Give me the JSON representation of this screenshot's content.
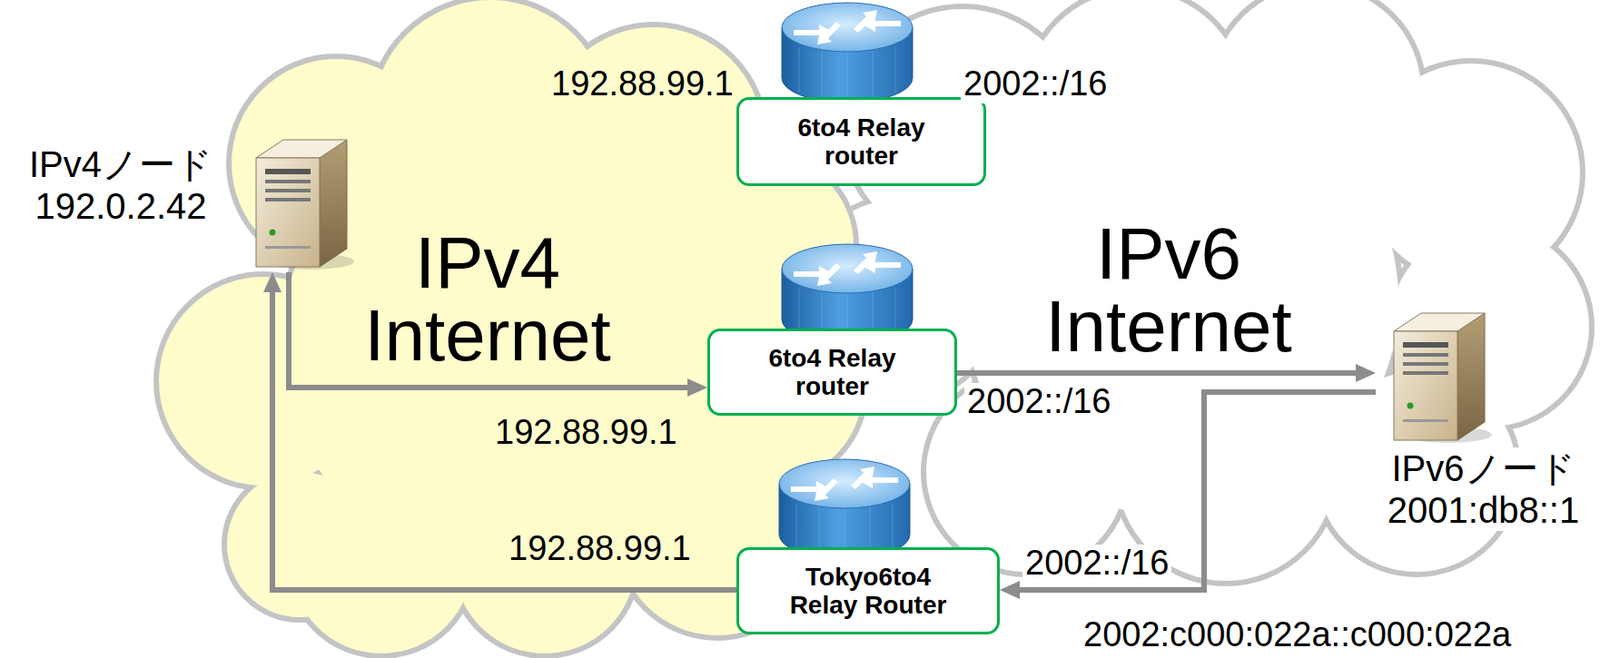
{
  "diagram": {
    "nodes": [
      {
        "text": [
          "IPv4ノード",
          "192.0.2.42"
        ]
      },
      {
        "text": [
          "6to4 Relay router"
        ]
      },
      {
        "text": [
          "6to4 Relay router"
        ]
      },
      {
        "text": [
          "Tokyo6to4 Relay Router"
        ]
      },
      {
        "text": [
          "IPv6ノード",
          "2001:db8::1"
        ]
      }
    ],
    "edges": [
      {
        "from": 0,
        "to": 2,
        "arrow": "to"
      },
      {
        "from": 2,
        "to": 4,
        "arrow": "to"
      },
      {
        "from": 4,
        "to": 3,
        "arrow": "to"
      },
      {
        "from": 3,
        "to": 0,
        "arrow": "to"
      }
    ],
    "labels": [
      "192.88.99.1",
      "2002::/16",
      "IPv4 Internet",
      "IPv6 Internet",
      "2002::/16",
      "192.88.99.1",
      "192.88.99.1",
      "2002::/16",
      "2002:c000:022a::c000:022a"
    ]
  }
}
